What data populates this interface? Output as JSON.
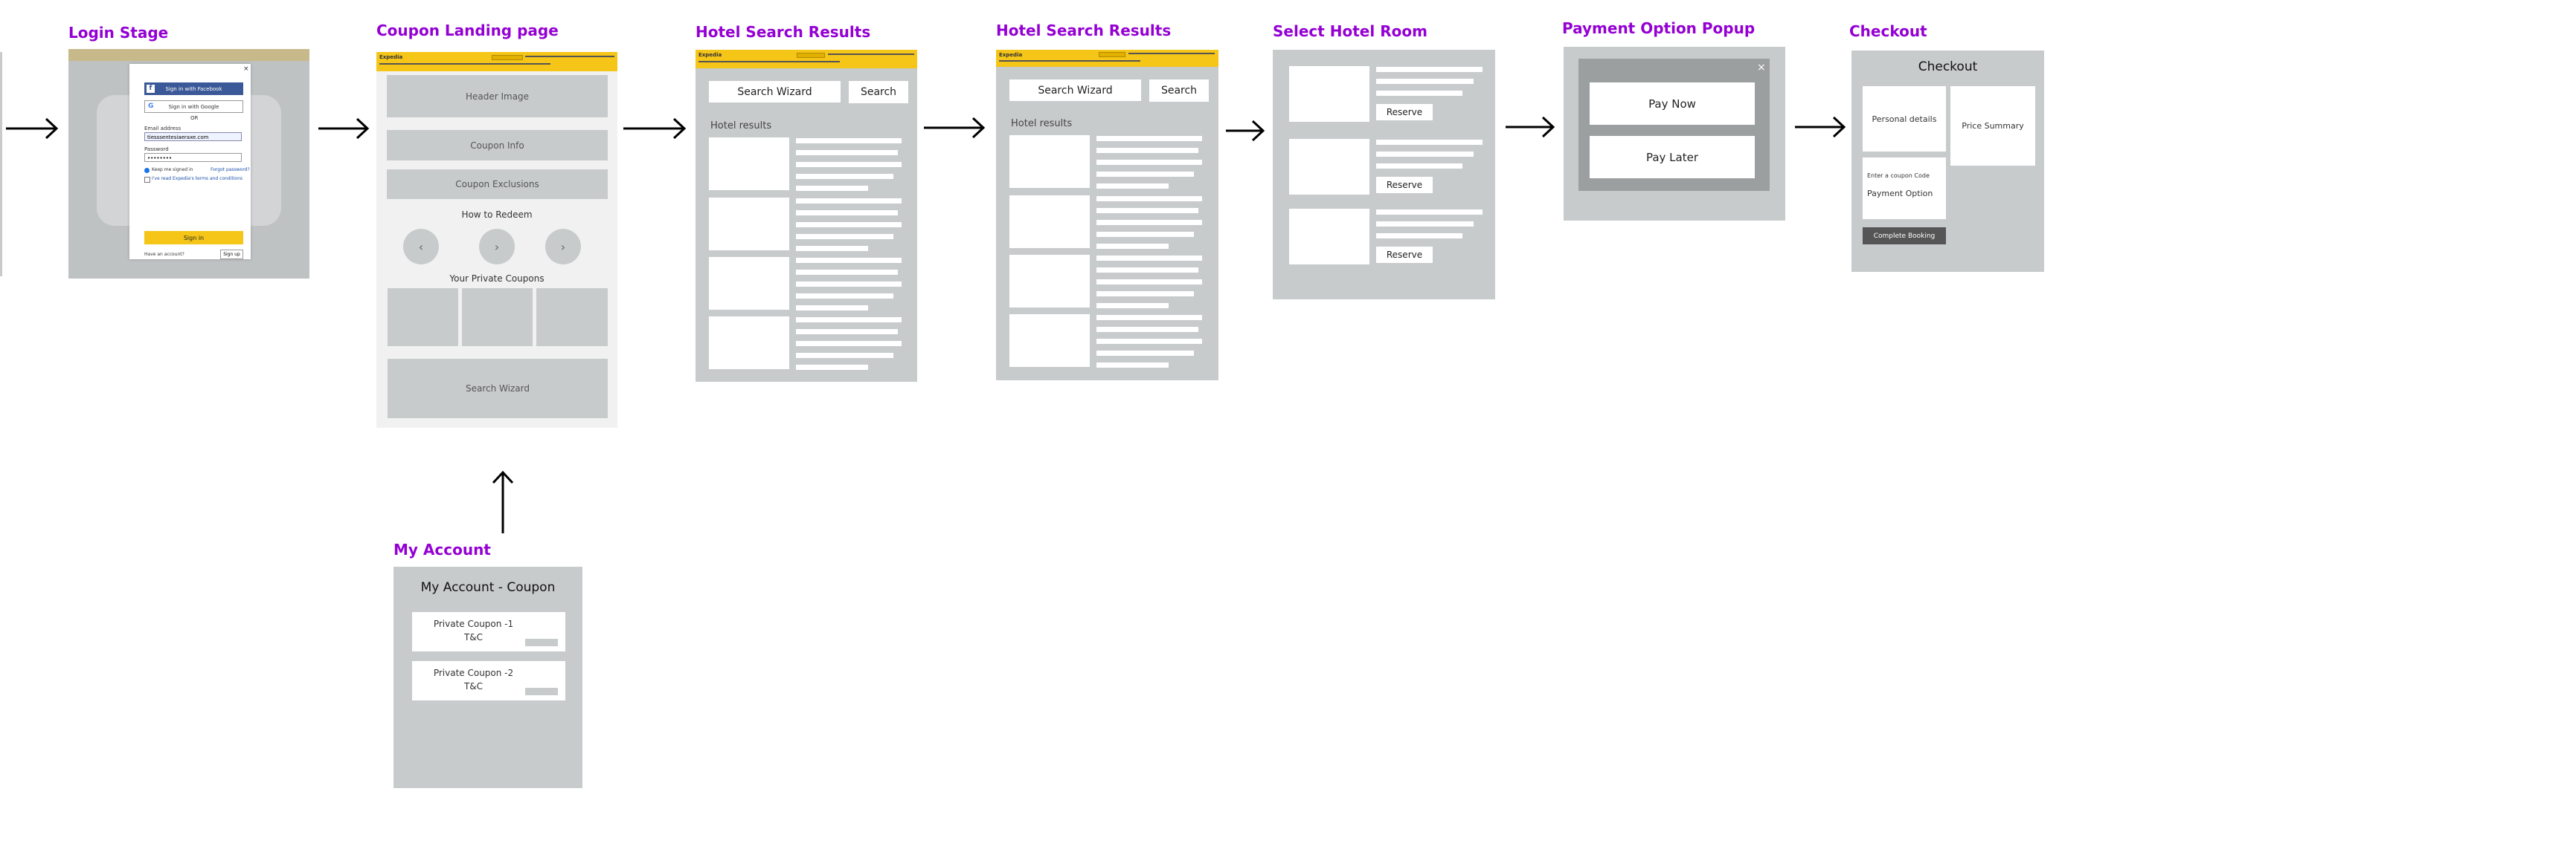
{
  "stages": {
    "login": "Login Stage",
    "coupon_landing": "Coupon Landing page",
    "hotel_results_1": "Hotel Search Results",
    "hotel_results_2": "Hotel Search Results",
    "select_room": "Select Hotel Room",
    "payment_popup": "Payment Option Popup",
    "checkout": "Checkout",
    "my_account": "My Account"
  },
  "login": {
    "facebook": "Sign in with Facebook",
    "google": "Sign in with Google",
    "or": "OR",
    "email_label": "Email address",
    "email_value": "tiesssentesiaeraxe.com",
    "password_label": "Password",
    "password_value": "••••••••",
    "keep_signed": "Keep me signed in",
    "forgot": "Forgot password?",
    "terms": "I've read Expedia's terms and conditions",
    "sign_in": "Sign in",
    "no_account": "Have an account?",
    "sign_up": "Sign up"
  },
  "coupon": {
    "logo": "Expedia",
    "header_image": "Header Image",
    "coupon_info": "Coupon Info",
    "coupon_exclusions": "Coupon Exclusions",
    "how_to_redeem": "How to Redeem",
    "step_icons": [
      "‹",
      "›",
      "›"
    ],
    "your_coupons": "Your Private Coupons",
    "search_wizard": "Search Wizard"
  },
  "results": {
    "logo": "Expedia",
    "search_wizard": "Search Wizard",
    "search": "Search",
    "hotel_results": "Hotel results"
  },
  "room": {
    "reserve": "Reserve"
  },
  "payment": {
    "close": "×",
    "pay_now": "Pay Now",
    "pay_later": "Pay Later"
  },
  "checkout": {
    "title": "Checkout",
    "personal": "Personal details",
    "price_summary": "Price Summary",
    "coupon_code": "Enter a coupon Code",
    "payment_option": "Payment Option",
    "complete": "Complete Booking"
  },
  "account": {
    "title": "My Account - Coupon",
    "coupons": [
      {
        "name": "Private Coupon -1",
        "tc": "T&C"
      },
      {
        "name": "Private Coupon -2",
        "tc": "T&C"
      }
    ]
  }
}
